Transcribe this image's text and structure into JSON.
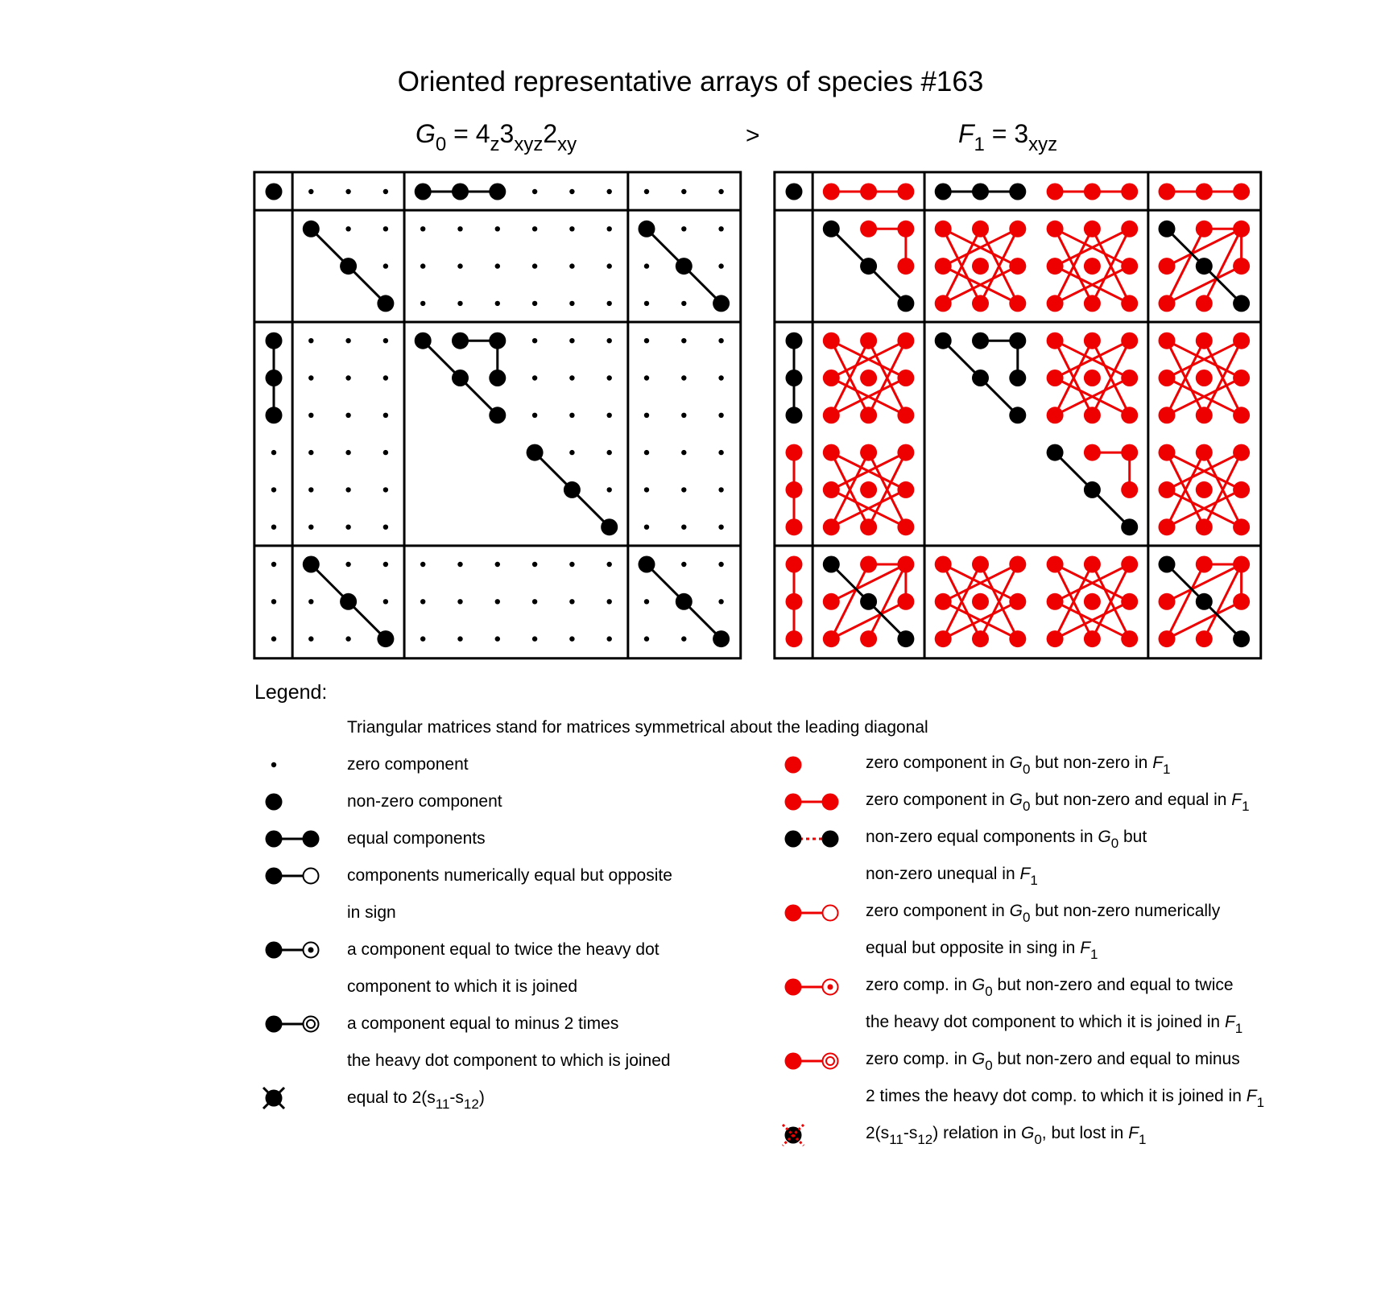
{
  "title": "Oriented representative arrays of species #163",
  "formulas": {
    "left": {
      "sym": "G",
      "sub": "0",
      "eq": " = 4",
      "a": "z",
      "b": "3",
      "c": "xyz",
      "d": "2",
      "e": "xy"
    },
    "relation": ">",
    "right": {
      "sym": "F",
      "sub": "1",
      "eq": " = 3",
      "a": "xyz"
    }
  },
  "colors": {
    "black": "#000000",
    "red": "#ee0000"
  },
  "matrices": {
    "blocks": [
      1,
      3,
      6,
      3
    ],
    "left_dots": [
      [
        0,
        0
      ],
      [
        0,
        1
      ],
      [
        0,
        2
      ],
      [
        0,
        3
      ],
      [
        0,
        4
      ],
      [
        0,
        5
      ],
      [
        0,
        6
      ],
      [
        0,
        7
      ],
      [
        0,
        8
      ],
      [
        0,
        9
      ],
      [
        0,
        10
      ],
      [
        0,
        11
      ],
      [
        0,
        12
      ],
      [
        1,
        1
      ],
      [
        1,
        2
      ],
      [
        1,
        3
      ],
      [
        1,
        4
      ],
      [
        1,
        5
      ],
      [
        1,
        6
      ],
      [
        1,
        7
      ],
      [
        1,
        8
      ],
      [
        1,
        9
      ],
      [
        1,
        10
      ],
      [
        1,
        11
      ],
      [
        1,
        12
      ],
      [
        2,
        2
      ],
      [
        2,
        3
      ],
      [
        2,
        4
      ],
      [
        2,
        5
      ],
      [
        2,
        6
      ],
      [
        2,
        7
      ],
      [
        2,
        8
      ],
      [
        2,
        9
      ],
      [
        2,
        10
      ],
      [
        2,
        11
      ],
      [
        2,
        12
      ],
      [
        3,
        3
      ],
      [
        3,
        4
      ],
      [
        3,
        5
      ],
      [
        3,
        6
      ],
      [
        3,
        7
      ],
      [
        3,
        8
      ],
      [
        3,
        9
      ],
      [
        3,
        10
      ],
      [
        3,
        11
      ],
      [
        3,
        12
      ],
      [
        4,
        0
      ],
      [
        4,
        1
      ],
      [
        4,
        2
      ],
      [
        4,
        3
      ],
      [
        4,
        4
      ],
      [
        4,
        5
      ],
      [
        4,
        6
      ],
      [
        4,
        7
      ],
      [
        4,
        8
      ],
      [
        4,
        9
      ],
      [
        4,
        10
      ],
      [
        4,
        11
      ],
      [
        4,
        12
      ],
      [
        5,
        0
      ],
      [
        5,
        1
      ],
      [
        5,
        2
      ],
      [
        5,
        3
      ],
      [
        5,
        5
      ],
      [
        5,
        6
      ],
      [
        5,
        7
      ],
      [
        5,
        8
      ],
      [
        5,
        9
      ],
      [
        5,
        10
      ],
      [
        5,
        11
      ],
      [
        5,
        12
      ],
      [
        6,
        0
      ],
      [
        6,
        1
      ],
      [
        6,
        2
      ],
      [
        6,
        3
      ],
      [
        6,
        6
      ],
      [
        6,
        7
      ],
      [
        6,
        8
      ],
      [
        6,
        9
      ],
      [
        6,
        10
      ],
      [
        6,
        11
      ],
      [
        6,
        12
      ],
      [
        7,
        0
      ],
      [
        7,
        1
      ],
      [
        7,
        2
      ],
      [
        7,
        3
      ],
      [
        7,
        7
      ],
      [
        7,
        8
      ],
      [
        7,
        9
      ],
      [
        7,
        10
      ],
      [
        7,
        11
      ],
      [
        7,
        12
      ],
      [
        8,
        0
      ],
      [
        8,
        1
      ],
      [
        8,
        2
      ],
      [
        8,
        3
      ],
      [
        8,
        8
      ],
      [
        8,
        9
      ],
      [
        8,
        10
      ],
      [
        8,
        11
      ],
      [
        8,
        12
      ],
      [
        9,
        0
      ],
      [
        9,
        1
      ],
      [
        9,
        2
      ],
      [
        9,
        3
      ],
      [
        9,
        9
      ],
      [
        9,
        10
      ],
      [
        9,
        11
      ],
      [
        9,
        12
      ],
      [
        10,
        0
      ],
      [
        10,
        1
      ],
      [
        10,
        2
      ],
      [
        10,
        3
      ],
      [
        10,
        4
      ],
      [
        10,
        5
      ],
      [
        10,
        6
      ],
      [
        10,
        7
      ],
      [
        10,
        8
      ],
      [
        10,
        9
      ],
      [
        10,
        10
      ],
      [
        10,
        11
      ],
      [
        10,
        12
      ],
      [
        11,
        0
      ],
      [
        11,
        1
      ],
      [
        11,
        2
      ],
      [
        11,
        3
      ],
      [
        11,
        4
      ],
      [
        11,
        5
      ],
      [
        11,
        6
      ],
      [
        11,
        7
      ],
      [
        11,
        8
      ],
      [
        11,
        9
      ],
      [
        11,
        10
      ],
      [
        11,
        11
      ],
      [
        11,
        12
      ],
      [
        12,
        0
      ],
      [
        12,
        1
      ],
      [
        12,
        2
      ],
      [
        12,
        3
      ],
      [
        12,
        4
      ],
      [
        12,
        5
      ],
      [
        12,
        6
      ],
      [
        12,
        7
      ],
      [
        12,
        8
      ],
      [
        12,
        9
      ],
      [
        12,
        10
      ],
      [
        12,
        11
      ],
      [
        12,
        12
      ]
    ],
    "left_heavy": [
      [
        0,
        0
      ],
      [
        0,
        4
      ],
      [
        0,
        5
      ],
      [
        0,
        6
      ],
      [
        1,
        1
      ],
      [
        2,
        2
      ],
      [
        3,
        3
      ],
      [
        1,
        10
      ],
      [
        2,
        11
      ],
      [
        3,
        12
      ],
      [
        4,
        0
      ],
      [
        5,
        0
      ],
      [
        6,
        0
      ],
      [
        4,
        4
      ],
      [
        4,
        5
      ],
      [
        4,
        6
      ],
      [
        5,
        5
      ],
      [
        5,
        6
      ],
      [
        6,
        6
      ],
      [
        7,
        7
      ],
      [
        8,
        8
      ],
      [
        9,
        9
      ],
      [
        10,
        1
      ],
      [
        11,
        2
      ],
      [
        12,
        3
      ],
      [
        10,
        10
      ],
      [
        11,
        11
      ],
      [
        12,
        12
      ]
    ],
    "left_lines": [
      [
        [
          0,
          4
        ],
        [
          0,
          6
        ]
      ],
      [
        [
          1,
          1
        ],
        [
          3,
          3
        ]
      ],
      [
        [
          1,
          10
        ],
        [
          3,
          12
        ]
      ],
      [
        [
          4,
          0
        ],
        [
          6,
          0
        ]
      ],
      [
        [
          4,
          4
        ],
        [
          6,
          6
        ]
      ],
      [
        [
          4,
          5
        ],
        [
          4,
          6
        ]
      ],
      [
        [
          4,
          6
        ],
        [
          5,
          6
        ]
      ],
      [
        [
          7,
          7
        ],
        [
          9,
          9
        ]
      ],
      [
        [
          10,
          1
        ],
        [
          12,
          3
        ]
      ],
      [
        [
          10,
          10
        ],
        [
          12,
          12
        ]
      ]
    ],
    "right_black": [
      [
        0,
        0
      ],
      [
        0,
        4
      ],
      [
        0,
        5
      ],
      [
        0,
        6
      ],
      [
        1,
        1
      ],
      [
        2,
        2
      ],
      [
        3,
        3
      ],
      [
        1,
        10
      ],
      [
        2,
        11
      ],
      [
        3,
        12
      ],
      [
        4,
        0
      ],
      [
        5,
        0
      ],
      [
        6,
        0
      ],
      [
        4,
        4
      ],
      [
        4,
        5
      ],
      [
        4,
        6
      ],
      [
        5,
        5
      ],
      [
        5,
        6
      ],
      [
        6,
        6
      ],
      [
        7,
        7
      ],
      [
        8,
        8
      ],
      [
        9,
        9
      ],
      [
        10,
        1
      ],
      [
        11,
        2
      ],
      [
        12,
        3
      ],
      [
        10,
        10
      ],
      [
        11,
        11
      ],
      [
        12,
        12
      ]
    ],
    "right_black_lines": [
      [
        [
          0,
          4
        ],
        [
          0,
          6
        ]
      ],
      [
        [
          1,
          1
        ],
        [
          3,
          3
        ]
      ],
      [
        [
          1,
          10
        ],
        [
          3,
          12
        ]
      ],
      [
        [
          4,
          0
        ],
        [
          6,
          0
        ]
      ],
      [
        [
          4,
          4
        ],
        [
          6,
          6
        ]
      ],
      [
        [
          4,
          5
        ],
        [
          4,
          6
        ]
      ],
      [
        [
          4,
          6
        ],
        [
          5,
          6
        ]
      ],
      [
        [
          7,
          7
        ],
        [
          9,
          9
        ]
      ],
      [
        [
          10,
          1
        ],
        [
          12,
          3
        ]
      ],
      [
        [
          10,
          10
        ],
        [
          12,
          12
        ]
      ]
    ]
  },
  "legend": {
    "title": "Legend:",
    "note": "Triangular matrices stand for matrices symmetrical about the leading diagonal",
    "left_items": [
      {
        "icon": "zero-dot",
        "text": "zero component"
      },
      {
        "icon": "heavy-dot",
        "text": "non-zero component"
      },
      {
        "icon": "equal-pair",
        "text": "equal components"
      },
      {
        "icon": "opposite-pair",
        "text": "components numerically equal but opposite"
      },
      {
        "icon": "",
        "text": "in sign"
      },
      {
        "icon": "twice-pair",
        "text": "a component equal to twice the heavy dot"
      },
      {
        "icon": "",
        "text": "component to which it is joined"
      },
      {
        "icon": "minus-two-pair",
        "text": "a component equal to minus 2 times"
      },
      {
        "icon": "",
        "text": "the heavy dot component to which is joined"
      },
      {
        "icon": "cross-dot",
        "text": "equal to 2(s",
        "s1": "11",
        "mid": "-s",
        "s2": "12",
        "end": ")"
      }
    ],
    "right_items": [
      {
        "icon": "red-dot",
        "t1": "zero component in ",
        "g": "G",
        "gs": "0",
        "t2": " but non-zero in ",
        "f": "F",
        "fs": "1",
        "t3": ""
      },
      {
        "icon": "red-equal-pair",
        "t1": "zero component in ",
        "g": "G",
        "gs": "0",
        "t2": " but non-zero and equal in ",
        "f": "F",
        "fs": "1",
        "t3": ""
      },
      {
        "icon": "dotted-pair",
        "t1": "non-zero equal components in ",
        "g": "G",
        "gs": "0",
        "t2": " but",
        "f": "",
        "fs": "",
        "t3": ""
      },
      {
        "icon": "",
        "t1": "non-zero unequal in ",
        "g": "",
        "gs": "",
        "t2": "",
        "f": "F",
        "fs": "1",
        "t3": ""
      },
      {
        "icon": "red-opposite-pair",
        "t1": "zero component in ",
        "g": "G",
        "gs": "0",
        "t2": " but non-zero numerically",
        "f": "",
        "fs": "",
        "t3": ""
      },
      {
        "icon": "",
        "t1": "equal but opposite in sing in ",
        "g": "",
        "gs": "",
        "t2": "",
        "f": "F",
        "fs": "1",
        "t3": ""
      },
      {
        "icon": "red-twice-pair",
        "t1": "zero comp. in ",
        "g": "G",
        "gs": "0",
        "t2": " but non-zero and equal to twice",
        "f": "",
        "fs": "",
        "t3": ""
      },
      {
        "icon": "",
        "t1": "the heavy dot component to which it is joined in ",
        "g": "",
        "gs": "",
        "t2": "",
        "f": "F",
        "fs": "1",
        "t3": ""
      },
      {
        "icon": "red-minus-two-pair",
        "t1": "zero comp. in ",
        "g": "G",
        "gs": "0",
        "t2": " but non-zero and equal to minus",
        "f": "",
        "fs": "",
        "t3": ""
      },
      {
        "icon": "",
        "t1": "2 times the heavy dot comp. to which it is joined in ",
        "g": "",
        "gs": "",
        "t2": "",
        "f": "F",
        "fs": "1",
        "t3": ""
      },
      {
        "icon": "red-cross-dot",
        "t1": "2(s",
        "s1": "11",
        "mid": "-s",
        "s2": "12",
        "t1b": ") relation in ",
        "g": "G",
        "gs": "0",
        "t2": ", but lost in ",
        "f": "F",
        "fs": "1",
        "t3": ""
      }
    ]
  }
}
